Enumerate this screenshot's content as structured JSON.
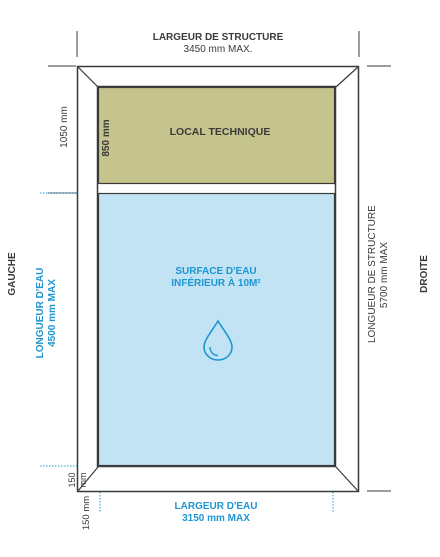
{
  "top_width": {
    "line1": "LARGEUR DE STRUCTURE",
    "line2": "3450 mm MAX."
  },
  "technical_room": {
    "label": "LOCAL TECHNIQUE",
    "height": "850 mm"
  },
  "left_top": {
    "value": "1050 mm"
  },
  "left_side": {
    "label": "GAUCHE"
  },
  "right_side": {
    "label": "DROITE"
  },
  "water_length": {
    "line1": "LONGUEUR D'EAU",
    "line2": "4500 mm MAX"
  },
  "structure_length": {
    "line1": "LONGUEUR DE STRUCTURE",
    "line2": "5700 mm MAX"
  },
  "water_surface": {
    "line1": "SURFACE D'EAU",
    "line2": "INFÉRIEUR À 10M²"
  },
  "water_icon": "water-drop-icon",
  "bottom_inner": {
    "line1": "150",
    "line2": "mm"
  },
  "bottom_outer": {
    "value": "150 mm"
  },
  "water_width": {
    "line1": "LARGEUR D'EAU",
    "line2": "3150 mm MAX"
  },
  "colors": {
    "frame": "#3a3a3a",
    "technical_room_fill": "#c6c48d",
    "water_fill": "#c1e3f3",
    "accent_blue": "#1f95d2"
  }
}
